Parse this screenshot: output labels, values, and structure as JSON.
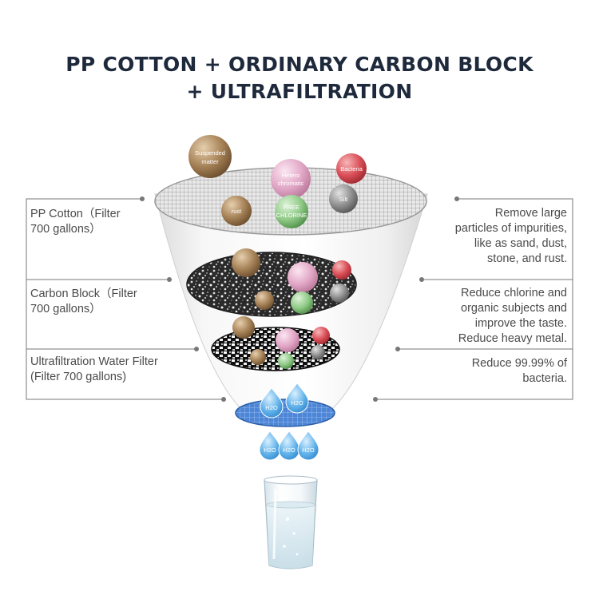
{
  "title": {
    "line1": "PP COTTON + ORDINARY CARBON BLOCK",
    "line2": "+ ULTRAFILTRATION"
  },
  "stages": [
    {
      "label_line1": "PP Cotton（Filter",
      "label_line2": "700 gallons）",
      "description": [
        "Remove large",
        "particles of impurities,",
        "like as sand, dust,",
        "stone, and rust."
      ]
    },
    {
      "label_line1": "Carbon Block（Filter",
      "label_line2": "700 gallons）",
      "description": [
        "Reduce chlorine and",
        "organic subjects and",
        "improve the taste.",
        "Reduce heavy metal."
      ]
    },
    {
      "label_line1": "Ultrafiltration Water Filter",
      "label_line2": "(Filter 700 gallons)",
      "description": [
        "Reduce 99.99% of",
        "bacteria."
      ]
    }
  ],
  "contaminants": {
    "suspended_1": "Suspended",
    "suspended_2": "matter",
    "hetero_1": "Hetero",
    "hetero_2": "chromatic",
    "bacteria": "Bacteria",
    "silt": "Silt",
    "rust": "rust",
    "free_1": "FREE",
    "free_2": "CHLORINE"
  },
  "water": {
    "label": "H2O"
  },
  "colors": {
    "title": "#1e2a3c",
    "label_text": "#4a4a4a",
    "connector": "#777777",
    "membrane": "#4d86d6",
    "drop": "#5aaee8"
  }
}
